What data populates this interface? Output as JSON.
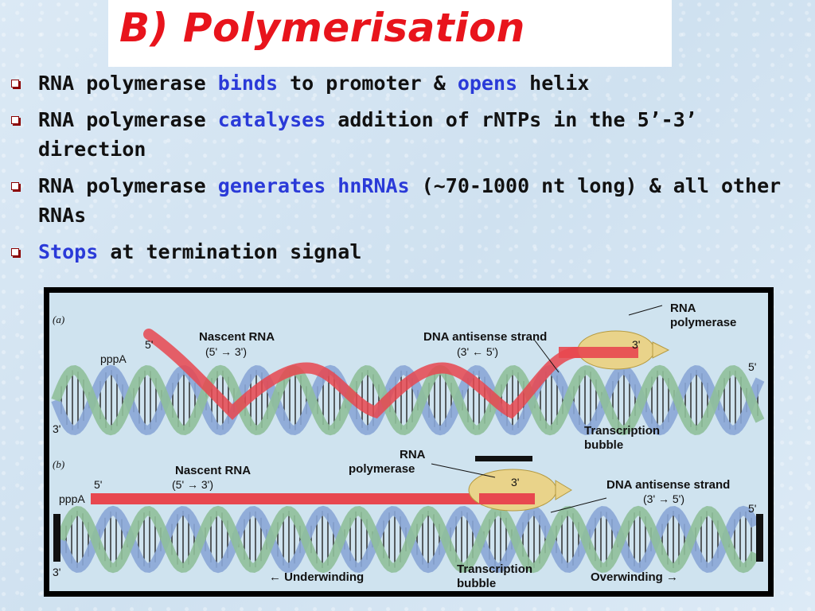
{
  "title": "B) Polymerisation",
  "bullets": [
    {
      "parts": [
        "RNA polymerase ",
        "binds",
        " to promoter & ",
        "opens",
        " helix"
      ]
    },
    {
      "parts": [
        "RNA polymerase ",
        "catalyses",
        " addition of rNTPs in the 5’-3’ direction"
      ]
    },
    {
      "parts": [
        "RNA polymerase ",
        "generates hnRNAs",
        " (~70-1000 nt long) & all other RNAs"
      ]
    },
    {
      "parts": [
        "",
        "Stops",
        " at termination signal"
      ]
    }
  ],
  "figure": {
    "a": {
      "panel": "(a)",
      "five_left": "5'",
      "pppA": "pppA",
      "three_left": "3'",
      "nascent_rna": "Nascent RNA",
      "nascent_dir": "(5' → 3')",
      "antisense": "DNA antisense strand",
      "antisense_dir": "(3' ← 5')",
      "rnap_line1": "RNA",
      "rnap_line2": "polymerase",
      "three_prime": "3'",
      "five_right": "5'",
      "bubble1": "Transcription",
      "bubble2": "bubble"
    },
    "b": {
      "panel": "(b)",
      "nascent_rna": "Nascent RNA",
      "nascent_dir": "(5' → 3')",
      "five_left": "5'",
      "pppA": "pppA",
      "rnap_line1": "RNA",
      "rnap_line2": "polymerase",
      "three_prime": "3'",
      "antisense": "DNA antisense strand",
      "antisense_dir": "(3' → 5')",
      "five_right": "5'",
      "three_left": "3'",
      "underwinding": "← Underwinding",
      "bubble1": "Transcription",
      "bubble2": "bubble",
      "overwinding": "Overwinding →"
    }
  },
  "colors": {
    "title": "#e8141c",
    "highlight": "#2a3ad8",
    "rna": "#e8474f",
    "strand_blue": "#8aa6d6",
    "strand_green": "#8fbf9a",
    "polymerase": "#e9d38a"
  }
}
